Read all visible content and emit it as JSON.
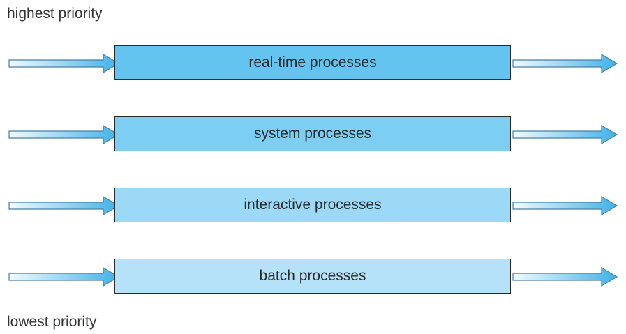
{
  "labels": {
    "highest": "highest priority",
    "lowest": "lowest priority"
  },
  "queues": [
    {
      "label": "real-time processes",
      "color": "#62c4ef"
    },
    {
      "label": "system processes",
      "color": "#7ccff3"
    },
    {
      "label": "interactive processes",
      "color": "#9cd9f6"
    },
    {
      "label": "batch processes",
      "color": "#b5e2f8"
    }
  ],
  "arrow_colors": {
    "start": "#f4fafd",
    "end": "#3fb2e8"
  }
}
